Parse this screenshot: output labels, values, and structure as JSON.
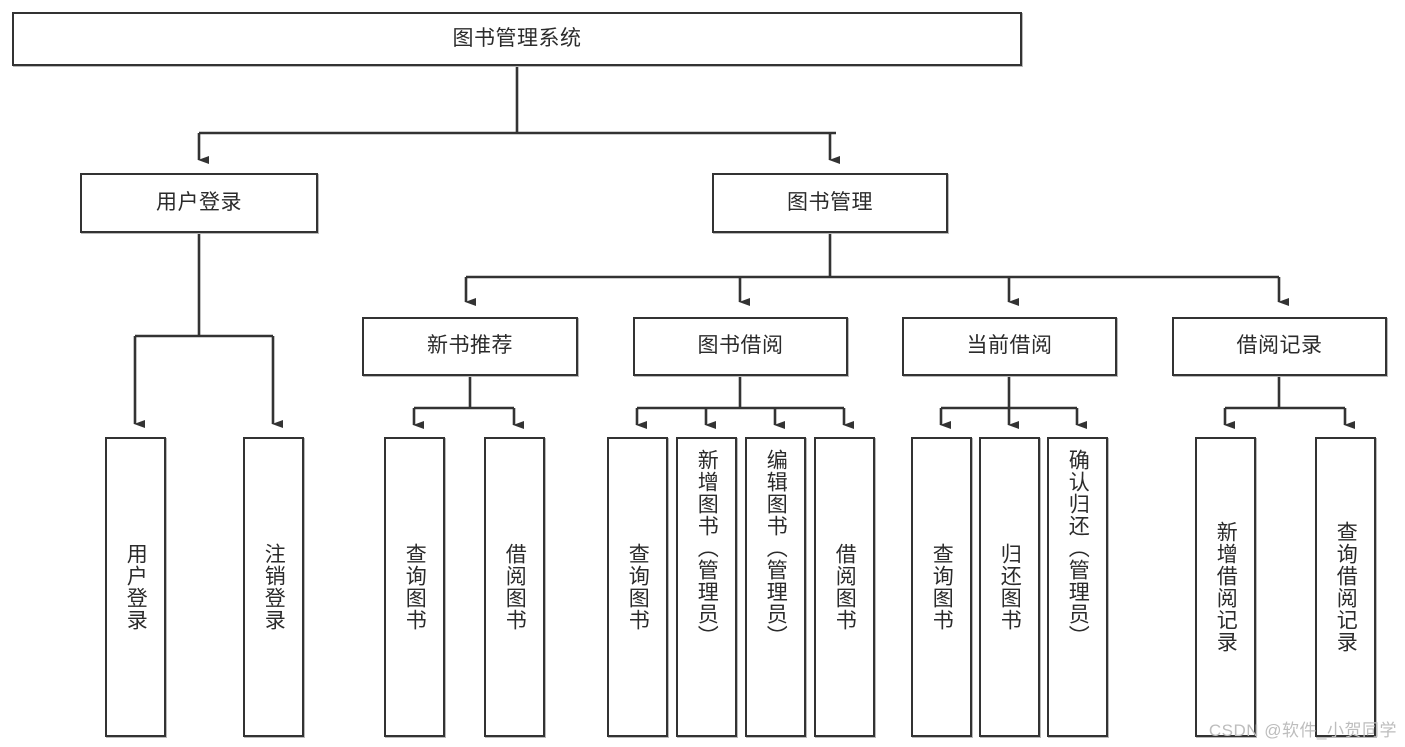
{
  "diagram": {
    "title": "图书管理系统",
    "watermark": "CSDN @软件_小贺同学",
    "colors": {
      "border": "#333333",
      "background": "#ffffff",
      "text": "#2b2b2b",
      "connector": "#333333",
      "watermark": "#bdbdbd"
    },
    "root": {
      "label": "图书管理系统"
    },
    "level2": [
      {
        "label": "用户登录"
      },
      {
        "label": "图书管理"
      }
    ],
    "level3": [
      {
        "label": "新书推荐"
      },
      {
        "label": "图书借阅"
      },
      {
        "label": "当前借阅"
      },
      {
        "label": "借阅记录"
      }
    ],
    "leaves": {
      "user_login": [
        {
          "label": "用户登录"
        },
        {
          "label": "注销登录"
        }
      ],
      "new_book": [
        {
          "label": "查询图书"
        },
        {
          "label": "借阅图书"
        }
      ],
      "book_borrow": [
        {
          "label": "查询图书"
        },
        {
          "label": "新增图书（管理员）"
        },
        {
          "label": "编辑图书（管理员）"
        },
        {
          "label": "借阅图书"
        }
      ],
      "current_borrow": [
        {
          "label": "查询图书"
        },
        {
          "label": "归还图书"
        },
        {
          "label": "确认归还（管理员）"
        }
      ],
      "borrow_record": [
        {
          "label": "新增借阅记录"
        },
        {
          "label": "查询借阅记录"
        }
      ]
    }
  }
}
